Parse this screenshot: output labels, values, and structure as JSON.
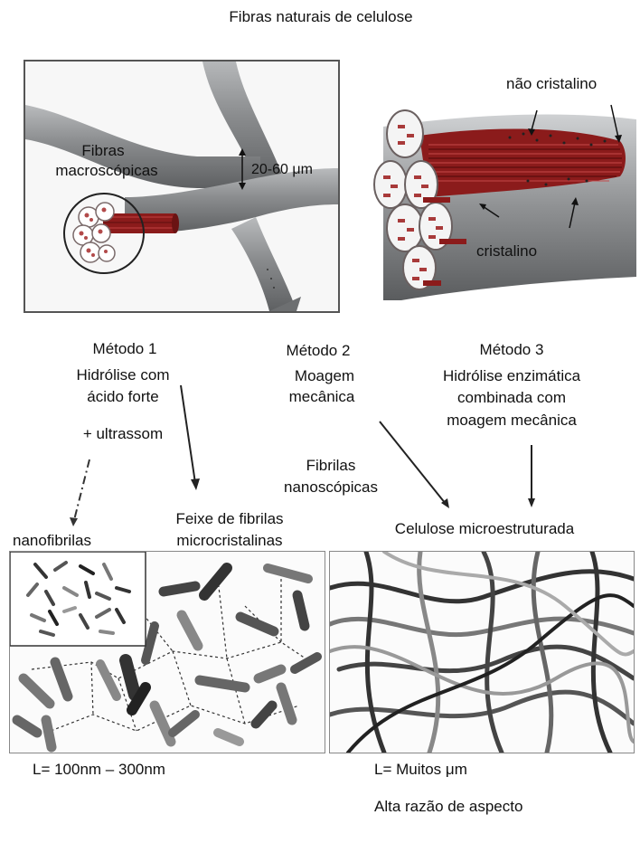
{
  "title": "Fibras naturais de celulose",
  "top_left": {
    "label_line1": "Fibras",
    "label_line2": "macroscópicas",
    "dimension": "20-60 μm"
  },
  "top_right": {
    "non_crystalline": "não cristalino",
    "crystalline": "cristalino"
  },
  "methods": [
    {
      "name": "Método 1",
      "line1": "Hidrólise com",
      "line2": "ácido forte",
      "extra": "+ ultrassom"
    },
    {
      "name": "Método 2",
      "line1": "Moagem",
      "line2": "mecânica"
    },
    {
      "name": "Método 3",
      "line1": "Hidrólise enzimática",
      "line2": "combinada com",
      "line3": "moagem mecânica"
    }
  ],
  "labels": {
    "fibrilas_line1": "Fibrilas",
    "fibrilas_line2": "nanoscópicas",
    "feixe_line1": "Feixe de fibrilas",
    "feixe_line2": "microcristalinas",
    "nanofibrilas": "nanofibrilas",
    "celulose_micro": "Celulose microestruturada"
  },
  "bottom": {
    "left_length": "L= 100nm – 300nm",
    "right_length": "L= Muitos μm",
    "right_aspect": "Alta razão de aspecto"
  },
  "colors": {
    "fiber_gray": "#8a8c8e",
    "fibril_red": "#8b1b1b",
    "panel_border": "#555555"
  }
}
